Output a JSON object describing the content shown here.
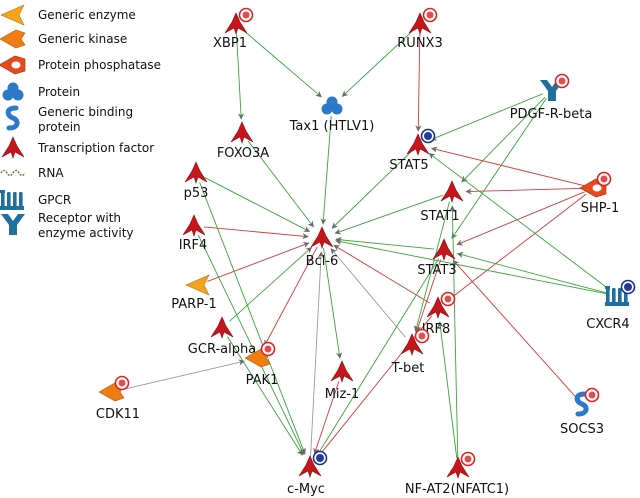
{
  "colors": {
    "activation": "#3aa43a",
    "inhibition": "#d23a3a",
    "unspecified": "#9a9a9a",
    "tf_red": "#c4161c",
    "kinase_orange": "#f07c12",
    "protein_blue": "#2c78c9",
    "receptor_teal": "#1f6f9f"
  },
  "legend": [
    {
      "id": "generic-enzyme",
      "label": [
        "Generic enzyme"
      ],
      "icon": "generic-enzyme-icon"
    },
    {
      "id": "generic-kinase",
      "label": [
        "Generic kinase"
      ],
      "icon": "generic-kinase-icon"
    },
    {
      "id": "protein-phosphatase",
      "label": [
        "Protein phosphatase"
      ],
      "icon": "protein-phosphatase-icon"
    },
    {
      "id": "protein",
      "label": [
        "Protein"
      ],
      "icon": "protein-icon"
    },
    {
      "id": "generic-binding-protein",
      "label": [
        "Generic binding",
        "protein"
      ],
      "icon": "binding-protein-icon"
    },
    {
      "id": "transcription-factor",
      "label": [
        "Transcription factor"
      ],
      "icon": "transcription-factor-icon"
    },
    {
      "id": "rna",
      "label": [
        "RNA"
      ],
      "icon": "rna-icon"
    },
    {
      "id": "gpcr",
      "label": [
        "GPCR"
      ],
      "icon": "gpcr-icon"
    },
    {
      "id": "receptor-enzyme",
      "label": [
        "Receptor with",
        "enzyme activity"
      ],
      "icon": "receptor-enzyme-icon"
    }
  ],
  "nodes": [
    {
      "id": "XBP1",
      "label": "XBP1",
      "type": "tf",
      "badge": "red"
    },
    {
      "id": "RUNX3",
      "label": "RUNX3",
      "type": "tf",
      "badge": "red"
    },
    {
      "id": "Tax1",
      "label": "Tax1 (HTLV1)",
      "type": "protein",
      "badge": "none"
    },
    {
      "id": "PDGFRB",
      "label": "PDGF-R-beta",
      "type": "receptor",
      "badge": "red"
    },
    {
      "id": "FOXO3A",
      "label": "FOXO3A",
      "type": "tf",
      "badge": "none"
    },
    {
      "id": "STAT5",
      "label": "STAT5",
      "type": "tf",
      "badge": "blue"
    },
    {
      "id": "p53",
      "label": "p53",
      "type": "tf",
      "badge": "none"
    },
    {
      "id": "SHP1",
      "label": "SHP-1",
      "type": "phosphatase",
      "badge": "red"
    },
    {
      "id": "STAT1",
      "label": "STAT1",
      "type": "tf",
      "badge": "none"
    },
    {
      "id": "IRF4",
      "label": "IRF4",
      "type": "tf",
      "badge": "none"
    },
    {
      "id": "Bcl6",
      "label": "Bcl-6",
      "type": "tf",
      "badge": "none"
    },
    {
      "id": "STAT3",
      "label": "STAT3",
      "type": "tf",
      "badge": "none"
    },
    {
      "id": "PARP1",
      "label": "PARP-1",
      "type": "enzyme",
      "badge": "none"
    },
    {
      "id": "CXCR4",
      "label": "CXCR4",
      "type": "gpcr",
      "badge": "blue"
    },
    {
      "id": "IRF8",
      "label": "IRF8",
      "type": "tf",
      "badge": "red"
    },
    {
      "id": "GCRalpha",
      "label": "GCR-alpha",
      "type": "tf",
      "badge": "none"
    },
    {
      "id": "PAK1",
      "label": "PAK1",
      "type": "kinase",
      "badge": "red"
    },
    {
      "id": "Tbet",
      "label": "T-bet",
      "type": "tf",
      "badge": "red"
    },
    {
      "id": "Miz1",
      "label": "Miz-1",
      "type": "tf",
      "badge": "none"
    },
    {
      "id": "CDK11",
      "label": "CDK11",
      "type": "kinase",
      "badge": "red"
    },
    {
      "id": "SOCS3",
      "label": "SOCS3",
      "type": "binding",
      "badge": "red"
    },
    {
      "id": "cMyc",
      "label": "c-Myc",
      "type": "tf",
      "badge": "blue"
    },
    {
      "id": "NFAT2",
      "label": "NF-AT2(NFATC1)",
      "type": "tf",
      "badge": "red"
    }
  ],
  "edges": [
    {
      "from": "XBP1",
      "to": "FOXO3A",
      "effect": "activation"
    },
    {
      "from": "RUNX3",
      "to": "STAT5",
      "effect": "inhibition"
    },
    {
      "from": "RUNX3",
      "to": "Tax1",
      "effect": "activation"
    },
    {
      "from": "XBP1",
      "to": "Tax1",
      "effect": "activation"
    },
    {
      "from": "PDGFRB",
      "to": "STAT5",
      "effect": "activation"
    },
    {
      "from": "PDGFRB",
      "to": "STAT1",
      "effect": "activation"
    },
    {
      "from": "PDGFRB",
      "to": "STAT3",
      "effect": "activation"
    },
    {
      "from": "SHP1",
      "to": "STAT5",
      "effect": "inhibition"
    },
    {
      "from": "SHP1",
      "to": "STAT1",
      "effect": "inhibition"
    },
    {
      "from": "SHP1",
      "to": "STAT3",
      "effect": "inhibition"
    },
    {
      "from": "SHP1",
      "to": "IRF8",
      "effect": "inhibition"
    },
    {
      "from": "FOXO3A",
      "to": "Bcl6",
      "effect": "activation"
    },
    {
      "from": "Tax1",
      "to": "Bcl6",
      "effect": "activation"
    },
    {
      "from": "p53",
      "to": "Bcl6",
      "effect": "activation"
    },
    {
      "from": "IRF4",
      "to": "Bcl6",
      "effect": "inhibition"
    },
    {
      "from": "STAT5",
      "to": "Bcl6",
      "effect": "activation"
    },
    {
      "from": "STAT1",
      "to": "Bcl6",
      "effect": "activation"
    },
    {
      "from": "STAT3",
      "to": "Bcl6",
      "effect": "activation"
    },
    {
      "from": "CXCR4",
      "to": "STAT3",
      "effect": "activation"
    },
    {
      "from": "CXCR4",
      "to": "STAT5",
      "effect": "activation"
    },
    {
      "from": "CXCR4",
      "to": "Bcl6",
      "effect": "activation"
    },
    {
      "from": "PARP1",
      "to": "Bcl6",
      "effect": "inhibition"
    },
    {
      "from": "GCRalpha",
      "to": "Bcl6",
      "effect": "activation"
    },
    {
      "from": "IRF8",
      "to": "Bcl6",
      "effect": "inhibition"
    },
    {
      "from": "Tbet",
      "to": "Bcl6",
      "effect": "unspecified"
    },
    {
      "from": "cMyc",
      "to": "Bcl6",
      "effect": "unspecified"
    },
    {
      "from": "SOCS3",
      "to": "STAT3",
      "effect": "inhibition"
    },
    {
      "from": "STAT3",
      "to": "Tbet",
      "effect": "inhibition"
    },
    {
      "from": "STAT1",
      "to": "Tbet",
      "effect": "activation"
    },
    {
      "from": "Bcl6",
      "to": "PAK1",
      "effect": "inhibition"
    },
    {
      "from": "Bcl6",
      "to": "Miz1",
      "effect": "activation"
    },
    {
      "from": "CDK11",
      "to": "PAK1",
      "effect": "unspecified"
    },
    {
      "from": "p53",
      "to": "cMyc",
      "effect": "activation"
    },
    {
      "from": "IRF4",
      "to": "cMyc",
      "effect": "activation"
    },
    {
      "from": "Miz1",
      "to": "cMyc",
      "effect": "inhibition"
    },
    {
      "from": "IRF8",
      "to": "cMyc",
      "effect": "inhibition"
    },
    {
      "from": "GCRalpha",
      "to": "cMyc",
      "effect": "activation"
    },
    {
      "from": "STAT3",
      "to": "cMyc",
      "effect": "activation"
    },
    {
      "from": "NFAT2",
      "to": "IRF8",
      "effect": "activation"
    },
    {
      "from": "NFAT2",
      "to": "STAT1",
      "effect": "activation"
    }
  ]
}
